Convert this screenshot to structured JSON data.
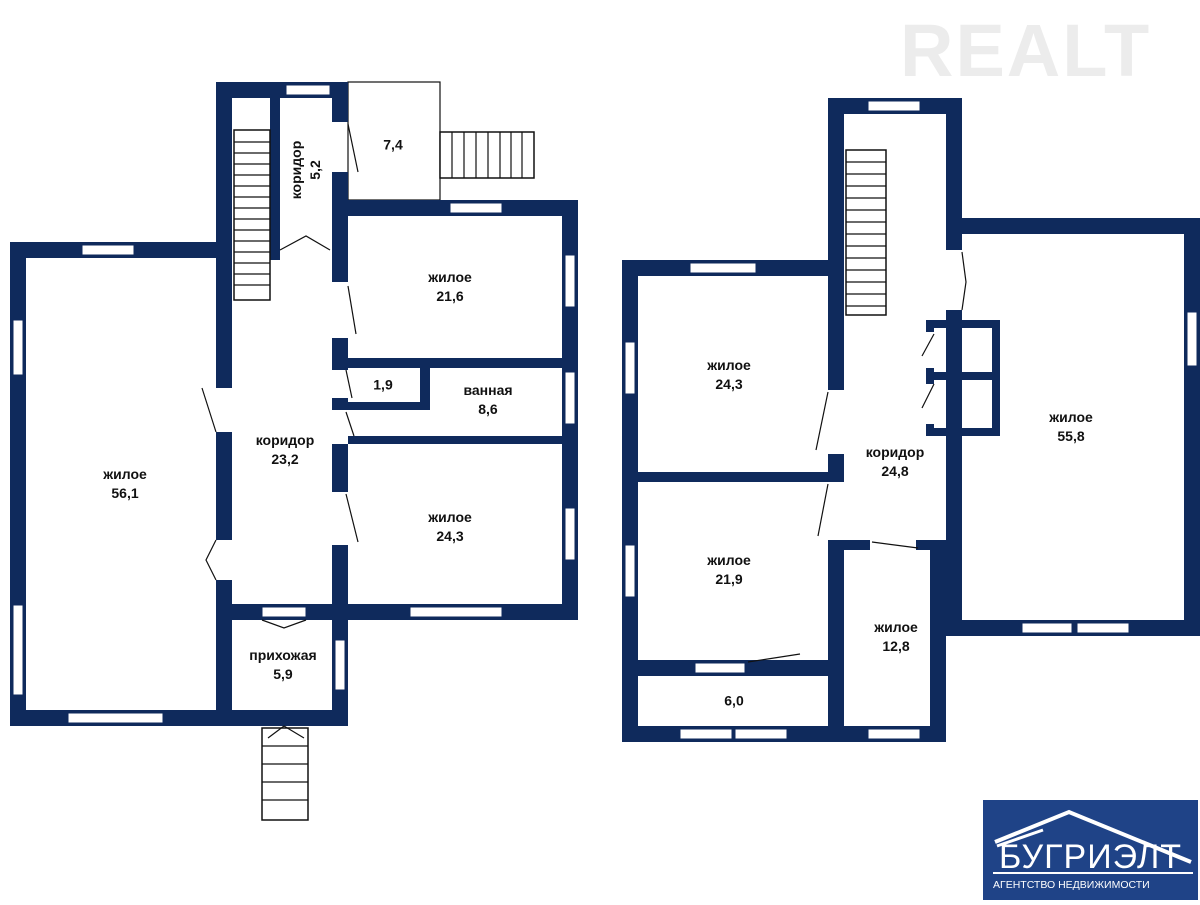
{
  "watermark": "REALT",
  "logo": {
    "name": "БУГРИЭЛТ",
    "tagline": "АГЕНТСТВО НЕДВИЖИМОСТИ"
  },
  "colors": {
    "wall": "#0f2a5c",
    "logo_bg": "#1f4387"
  },
  "floor1": {
    "rooms": [
      {
        "name": "жилое",
        "area": "56,1"
      },
      {
        "name": "коридор",
        "area": "5,2"
      },
      {
        "name": "",
        "area": "7,4"
      },
      {
        "name": "жилое",
        "area": "21,6"
      },
      {
        "name": "",
        "area": "1,9"
      },
      {
        "name": "ванная",
        "area": "8,6"
      },
      {
        "name": "коридор",
        "area": "23,2"
      },
      {
        "name": "жилое",
        "area": "24,3"
      },
      {
        "name": "прихожая",
        "area": "5,9"
      }
    ]
  },
  "floor2": {
    "rooms": [
      {
        "name": "жилое",
        "area": "24,3"
      },
      {
        "name": "коридор",
        "area": "24,8"
      },
      {
        "name": "жилое",
        "area": "55,8"
      },
      {
        "name": "жилое",
        "area": "21,9"
      },
      {
        "name": "жилое",
        "area": "12,8"
      },
      {
        "name": "",
        "area": "6,0"
      }
    ]
  }
}
